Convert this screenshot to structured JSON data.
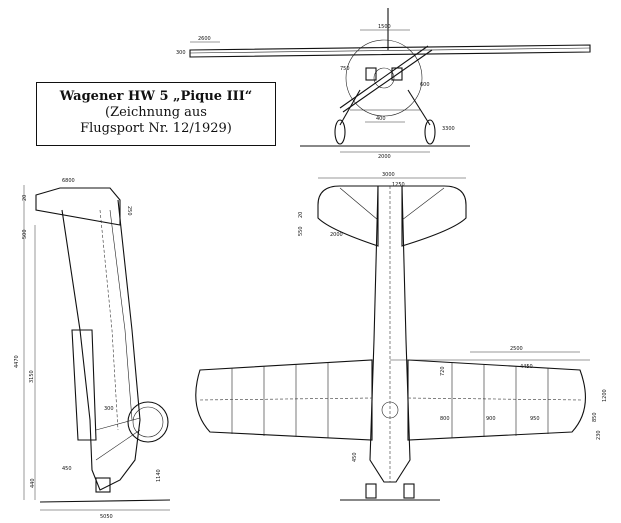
{
  "caption": {
    "title": "Wagener HW 5 „Pique III“",
    "line2": "(Zeichnung aus",
    "line3": "Flugsport Nr. 12/1929)"
  },
  "front_view": {
    "dims": [
      "2600",
      "1500",
      "400",
      "2000",
      "750",
      "600",
      "300",
      "3300"
    ]
  },
  "side_view": {
    "dims": [
      "6800",
      "4470",
      "3150",
      "500",
      "20",
      "250",
      "1140",
      "440",
      "5050",
      "450",
      "300"
    ]
  },
  "top_view": {
    "dims": [
      "3000",
      "1250",
      "2000",
      "20",
      "550",
      "2500",
      "4450",
      "450",
      "800",
      "850",
      "900",
      "950",
      "1200",
      "720",
      "230"
    ]
  }
}
